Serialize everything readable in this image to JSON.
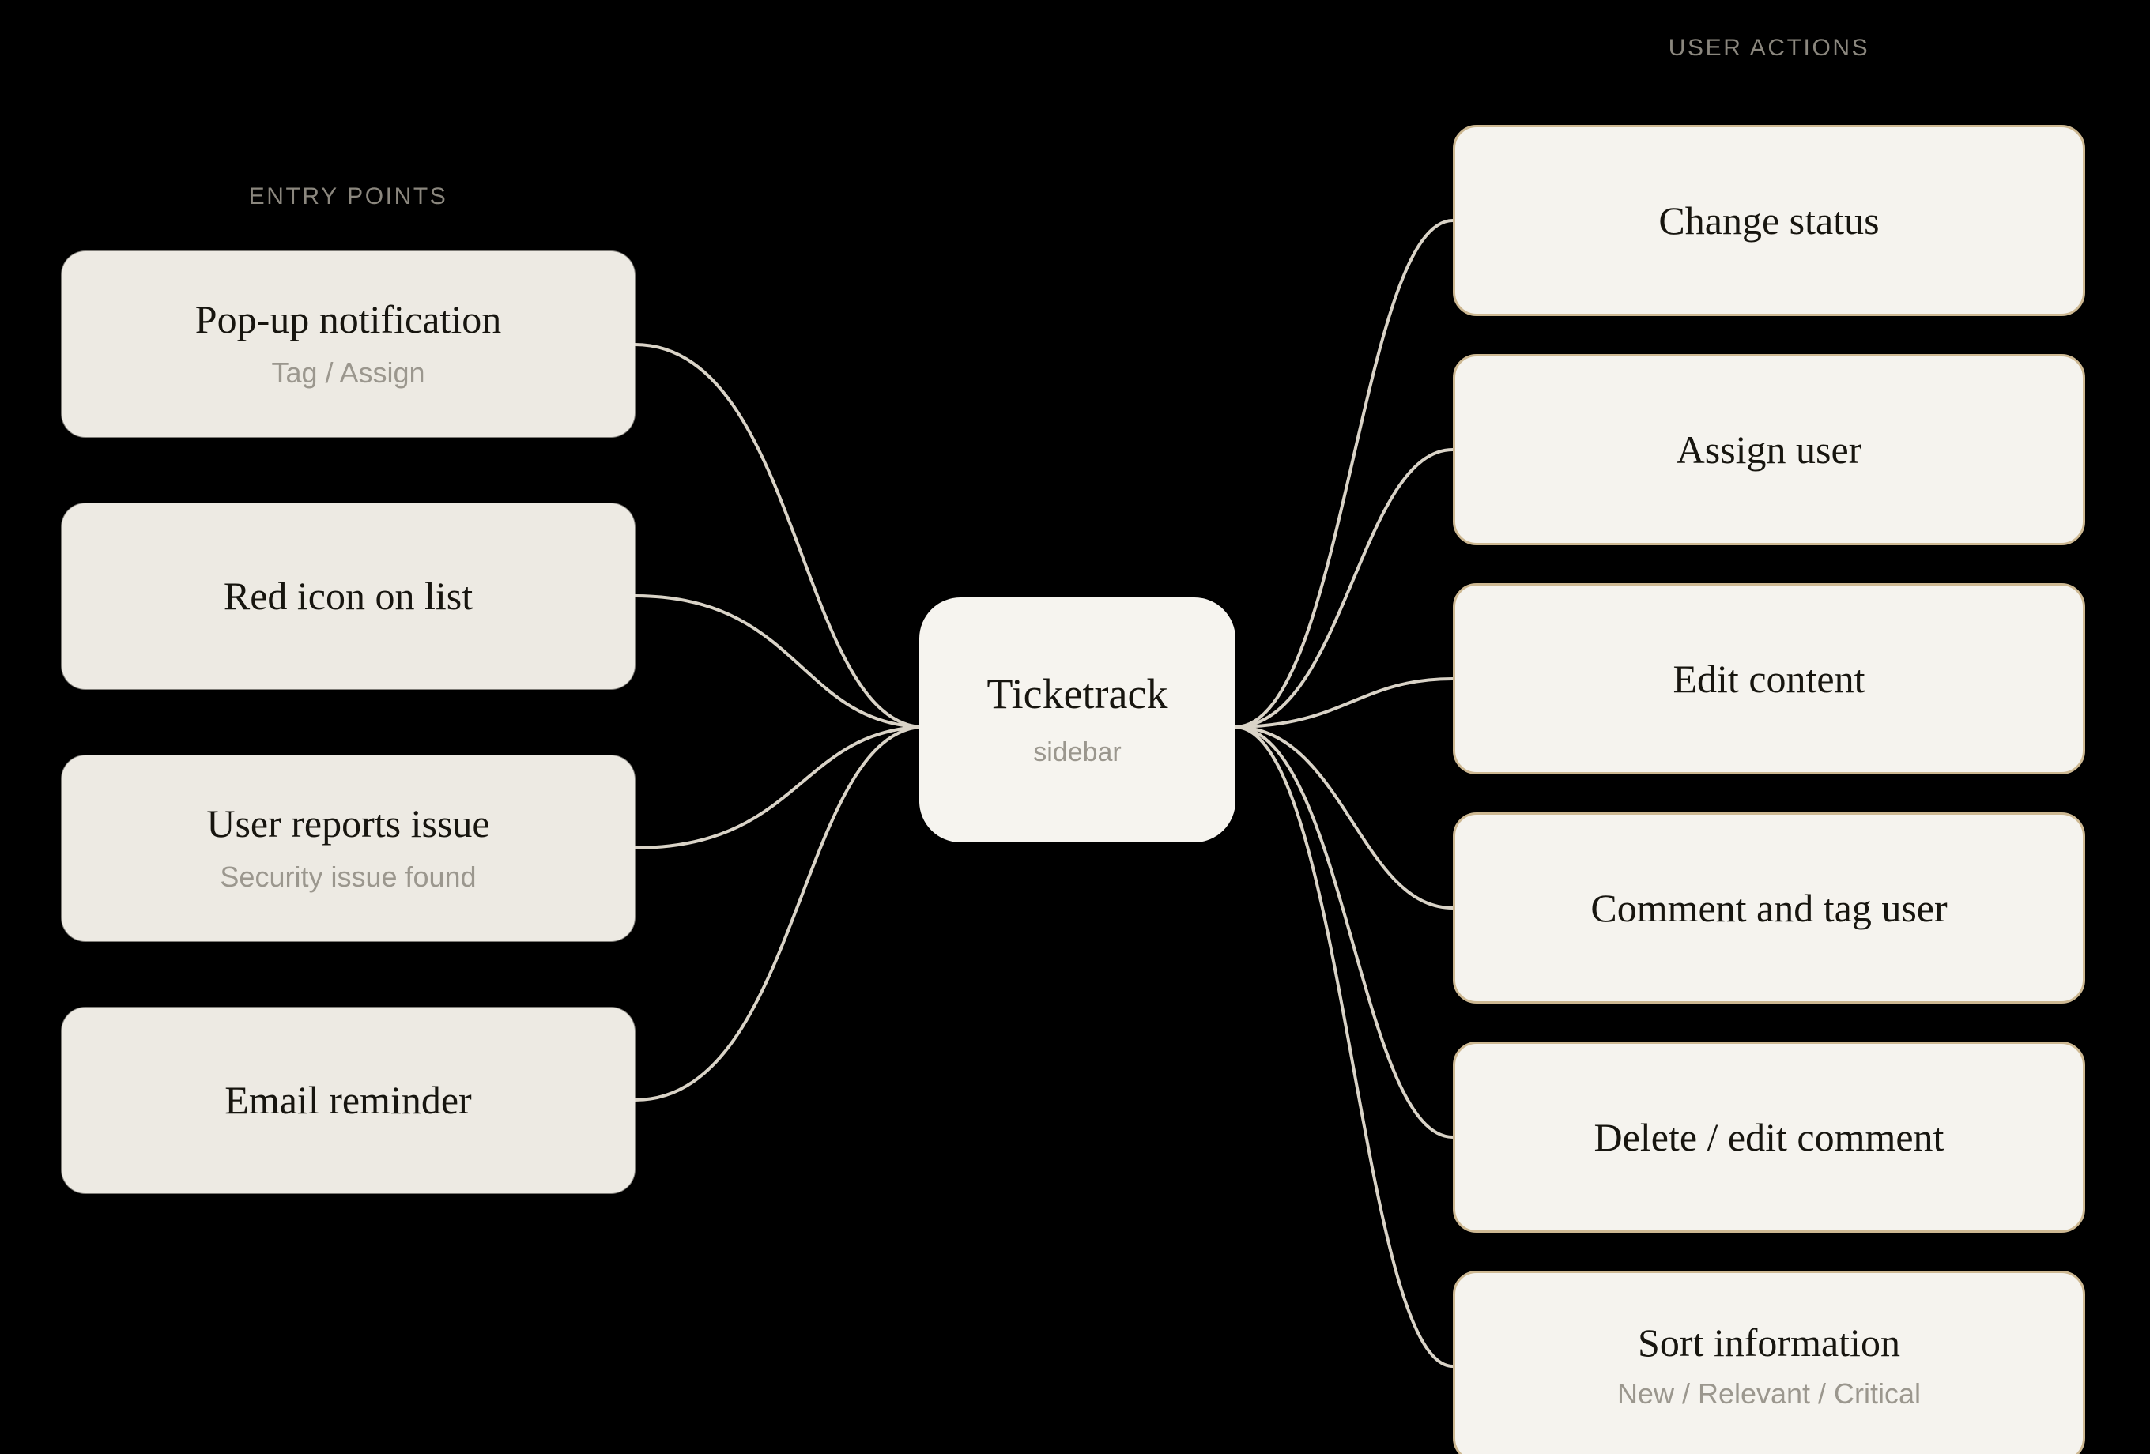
{
  "canvas": {
    "background": "#000000",
    "edge_color": "#d9d3c7"
  },
  "sections": {
    "left_label": "ENTRY POINTS",
    "right_label": "USER ACTIONS"
  },
  "hub": {
    "title": "Ticketrack",
    "subtitle": "sidebar",
    "fill": "#f6f4ef"
  },
  "entry_points": {
    "fill": "#edeae3",
    "items": [
      {
        "title": "Pop-up notification",
        "subtitle": "Tag / Assign"
      },
      {
        "title": "Red icon on list",
        "subtitle": ""
      },
      {
        "title": "User reports issue",
        "subtitle": "Security issue found"
      },
      {
        "title": "Email reminder",
        "subtitle": ""
      }
    ]
  },
  "user_actions": {
    "fill": "#f5f3ee",
    "border": "#cdb892",
    "items": [
      {
        "title": "Change status",
        "subtitle": ""
      },
      {
        "title": "Assign user",
        "subtitle": ""
      },
      {
        "title": "Edit content",
        "subtitle": ""
      },
      {
        "title": "Comment and tag user",
        "subtitle": ""
      },
      {
        "title": "Delete / edit comment",
        "subtitle": ""
      },
      {
        "title": "Sort information",
        "subtitle": "New / Relevant / Critical"
      }
    ]
  }
}
